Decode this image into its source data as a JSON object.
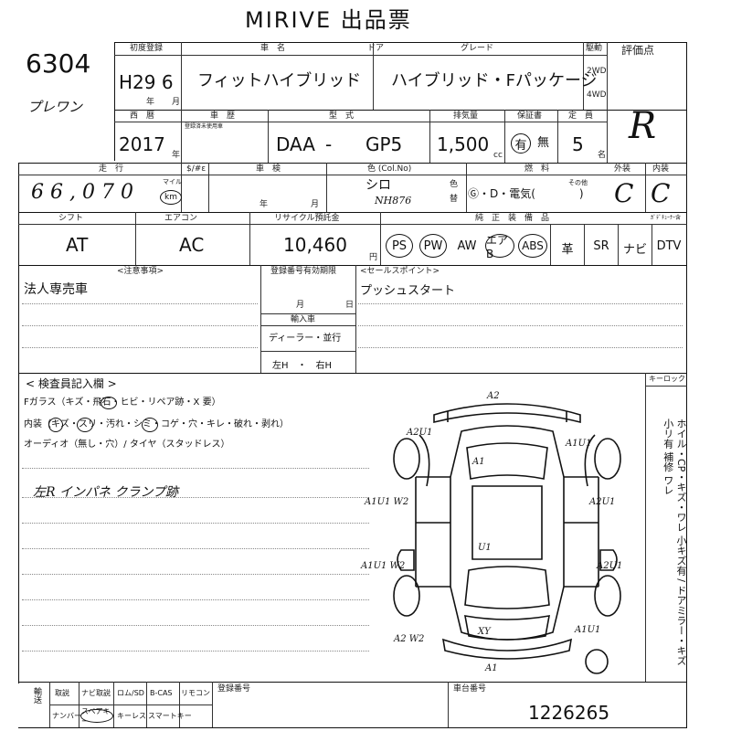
{
  "header": {
    "title": "MIRIVE 出品票"
  },
  "lot": {
    "number": "6304",
    "note": "プレワン"
  },
  "row1": {
    "first_reg_label": "初度登録",
    "first_reg_value": "H29 6",
    "first_reg_unit": "年",
    "first_reg_unit2": "月",
    "name_label": "車　名",
    "name_value": "フィットハイブリッド",
    "door_label": "ドア",
    "grade_label": "グレード",
    "grade_value": "ハイブリッド・Fパッケージ",
    "drive_label": "駆動",
    "drive_2wd": "2WD",
    "drive_4wd": "4WD",
    "score_label": "評価点",
    "score_value": "R"
  },
  "row2": {
    "year_label": "西　暦",
    "year_value": "2017",
    "year_unit": "年",
    "history_label": "車　歴",
    "history_sub": "登録済未使用車",
    "model_label": "型　式",
    "model_prefix": "DAA",
    "model_dash": "-",
    "model_value": "GP5",
    "disp_label": "排気量",
    "disp_value": "1,500",
    "disp_unit": "cc",
    "warranty_label": "保証書",
    "warranty_yes": "有",
    "warranty_no": "無",
    "seats_label": "定　員",
    "seats_value": "5",
    "seats_unit": "名"
  },
  "row3": {
    "mileage_label": "走　行",
    "mileage_value": "6 6 , 0 7 0",
    "mileage_unit_mile": "マイル",
    "mileage_unit_km": "km",
    "sharp_label": "$/#ε",
    "inspection_label": "車　検",
    "inspection_year": "年",
    "inspection_month": "月",
    "color_label": "色 (Col.No)",
    "color_value": "シロ",
    "color_no": "NH876",
    "color_change": "色",
    "color_change2": "替",
    "fuel_label": "燃　料",
    "fuel_value": "Ⓖ・D・電気(　　　　)",
    "fuel_other": "その他",
    "exterior_label": "外装",
    "exterior_value": "C",
    "interior_label": "内装",
    "interior_value": "C"
  },
  "row4": {
    "shift_label": "シフト",
    "shift_value": "AT",
    "ac_label": "エアコン",
    "ac_value": "AC",
    "recycle_label": "リサイクル預託金",
    "recycle_value": "10,460",
    "recycle_unit": "円",
    "equip_label": "純　正　装　備　品",
    "tuner_label": "ｶﾞﾃﾞﾁｭｰﾅｰ含",
    "equipment": [
      "PS",
      "PW",
      "AW",
      "エアB",
      "ABS",
      "革",
      "SR",
      "ナビ",
      "DTV"
    ]
  },
  "notes": {
    "caution_label": "<注意事項>",
    "caution_value": "法人専売車",
    "reg_label": "登録番号有効期限",
    "reg_month": "月",
    "reg_day": "日",
    "import_label": "輸入車",
    "import_value": "ディーラー・並行",
    "handle_value": "左H　・　右H",
    "sales_label": "<セールスポイント>",
    "sales_value": "プッシュスタート"
  },
  "inspector": {
    "title": "< 検査員記入欄 >",
    "line1": "Fガラス（キズ・飛石・ヒビ・リペア跡・X 要）",
    "line2": "内装（キズ・スリ・汚れ・シミ・コゲ・穴・キレ・破れ・剥れ）",
    "line3": "オーディオ（無し・穴）/ タイヤ（スタッドレス）",
    "handwritten": "左R インパネ クランプ跡",
    "keylock_label": "キーロック",
    "side_legend": "ホイル・CP・キズ・ワレ 小キズ有 / ドアミラー・キズ 小リ有 補修 ワレ"
  },
  "diagram_marks": {
    "a2_top": "A2",
    "a1_front": "A1",
    "a2u1_left": "A2U1",
    "a1u1_right": "A1U1",
    "a1u1_left_w2": "A1U1 W2",
    "a2u1_right": "A2U1",
    "a1u1_left2": "A1U1 W2",
    "a2u1_right2": "A2U1",
    "u1_mid": "U1",
    "a2_w2_bottom": "A2 W2",
    "a1u1_bottom_right": "A1U1",
    "xy": "XY",
    "a1_bottom": "A1"
  },
  "footer": {
    "transport_label": "輸送",
    "cols": [
      "取説",
      "ナビ取説",
      "ロム/SD",
      "B-CAS",
      "リモコン"
    ],
    "cols2": [
      "ナンバー",
      "スペアキー",
      "キーレス",
      "スマートキー"
    ],
    "reg_no_label": "登録番号",
    "chassis_label": "車台番号",
    "chassis_value": "1226265"
  }
}
